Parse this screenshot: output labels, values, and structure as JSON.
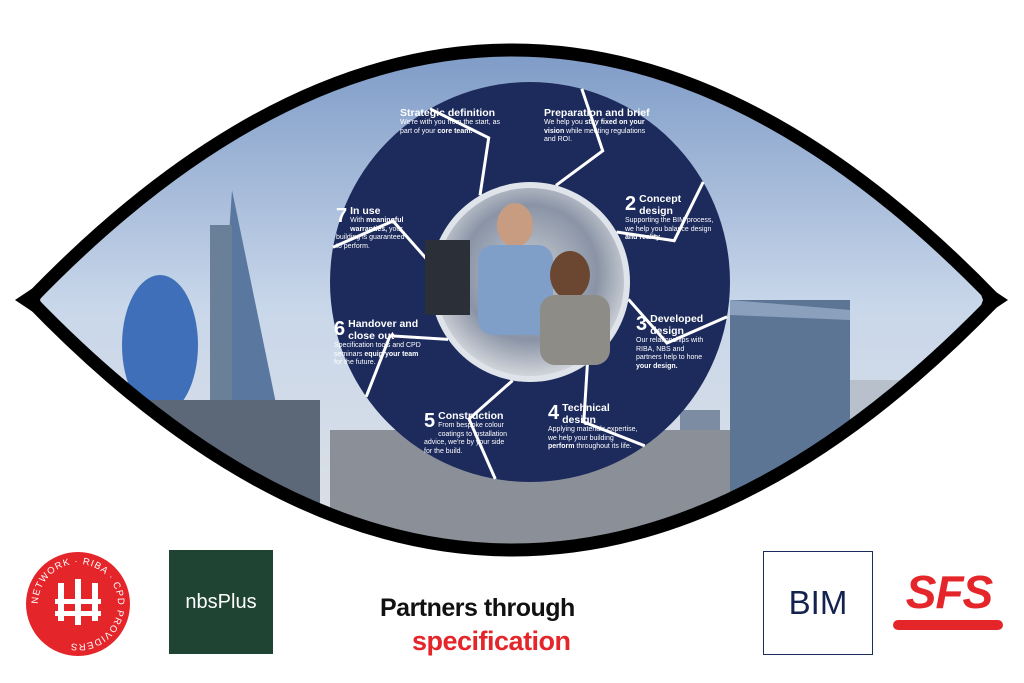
{
  "steps": [
    {
      "num": "",
      "title": "Strategic definition",
      "pre": "We're with you from the start, as part of your ",
      "bold": "core team.",
      "post": ""
    },
    {
      "num": "",
      "title": "Preparation and brief",
      "pre": "We help you ",
      "bold": "stay fixed on your vision",
      "post": " while meeting regulations and ROI."
    },
    {
      "num": "2",
      "title": "Concept design",
      "pre": "Supporting the BIM process, we help you balance design ",
      "bold": "and reality.",
      "post": ""
    },
    {
      "num": "3",
      "title": "Developed design",
      "pre": "Our relationships with RIBA, NBS and partners help to hone ",
      "bold": "your design.",
      "post": ""
    },
    {
      "num": "4",
      "title": "Technical design",
      "pre": "Applying materials expertise, we help your building ",
      "bold": "perform",
      "post": " throughout its life."
    },
    {
      "num": "5",
      "title": "Construction",
      "pre": "From bespoke colour coatings to installation advice, we're by your side for the build.",
      "bold": "",
      "post": ""
    },
    {
      "num": "6",
      "title": "Handover and close out",
      "pre": "Specification tools and CPD seminars ",
      "bold": "equip your team",
      "post": " for the future."
    },
    {
      "num": "7",
      "title": "In use",
      "pre": "With ",
      "bold": "meaningful warranties,",
      "post": " your building is guaranteed to perform."
    }
  ],
  "logos": {
    "riba": "NETWORK · RIBA · CPD PROVIDERS",
    "nbs": "nbsPlus",
    "bim": "BIM",
    "sfs": "SFS"
  },
  "tagline": {
    "line1": "Partners through",
    "line2": "specification"
  },
  "colors": {
    "navy": "#1c2a5c",
    "red": "#e4262b",
    "nbs_green": "#1f4433"
  }
}
